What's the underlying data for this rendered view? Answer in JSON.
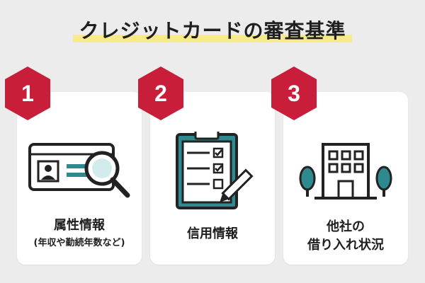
{
  "header": {
    "title": "クレジットカードの審査基準"
  },
  "colors": {
    "badge": "#c81e3a",
    "accent_teal": "#2f8a8f",
    "highlight": "#f6ea8a",
    "outline": "#222222"
  },
  "cards": [
    {
      "number": "1",
      "title": "属性情報",
      "subtitle": "(年収や勤続年数など)",
      "icon": "id-card-magnifier-icon"
    },
    {
      "number": "2",
      "title": "信用情報",
      "icon": "clipboard-checklist-icon"
    },
    {
      "number": "3",
      "title_line1": "他社の",
      "title_line2": "借り入れ状況",
      "icon": "office-building-icon"
    }
  ]
}
